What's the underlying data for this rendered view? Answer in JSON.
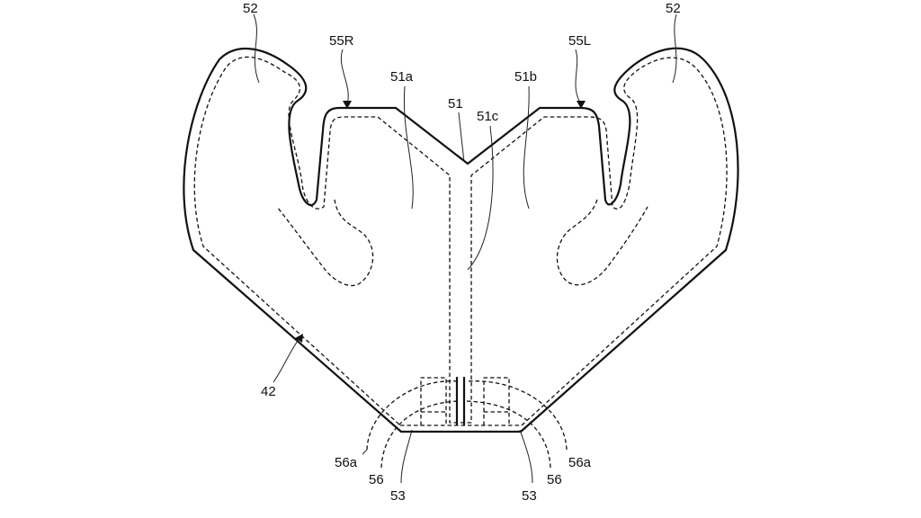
{
  "labels": {
    "l52_left": "52",
    "l52_right": "52",
    "l55r": "55R",
    "l55l": "55L",
    "l51a": "51a",
    "l51": "51",
    "l51b": "51b",
    "l51c": "51c",
    "l42": "42",
    "l56a_left": "56a",
    "l56_left": "56",
    "l53_left": "53",
    "l53_right": "53",
    "l56_right": "56",
    "l56a_right": "56a"
  }
}
